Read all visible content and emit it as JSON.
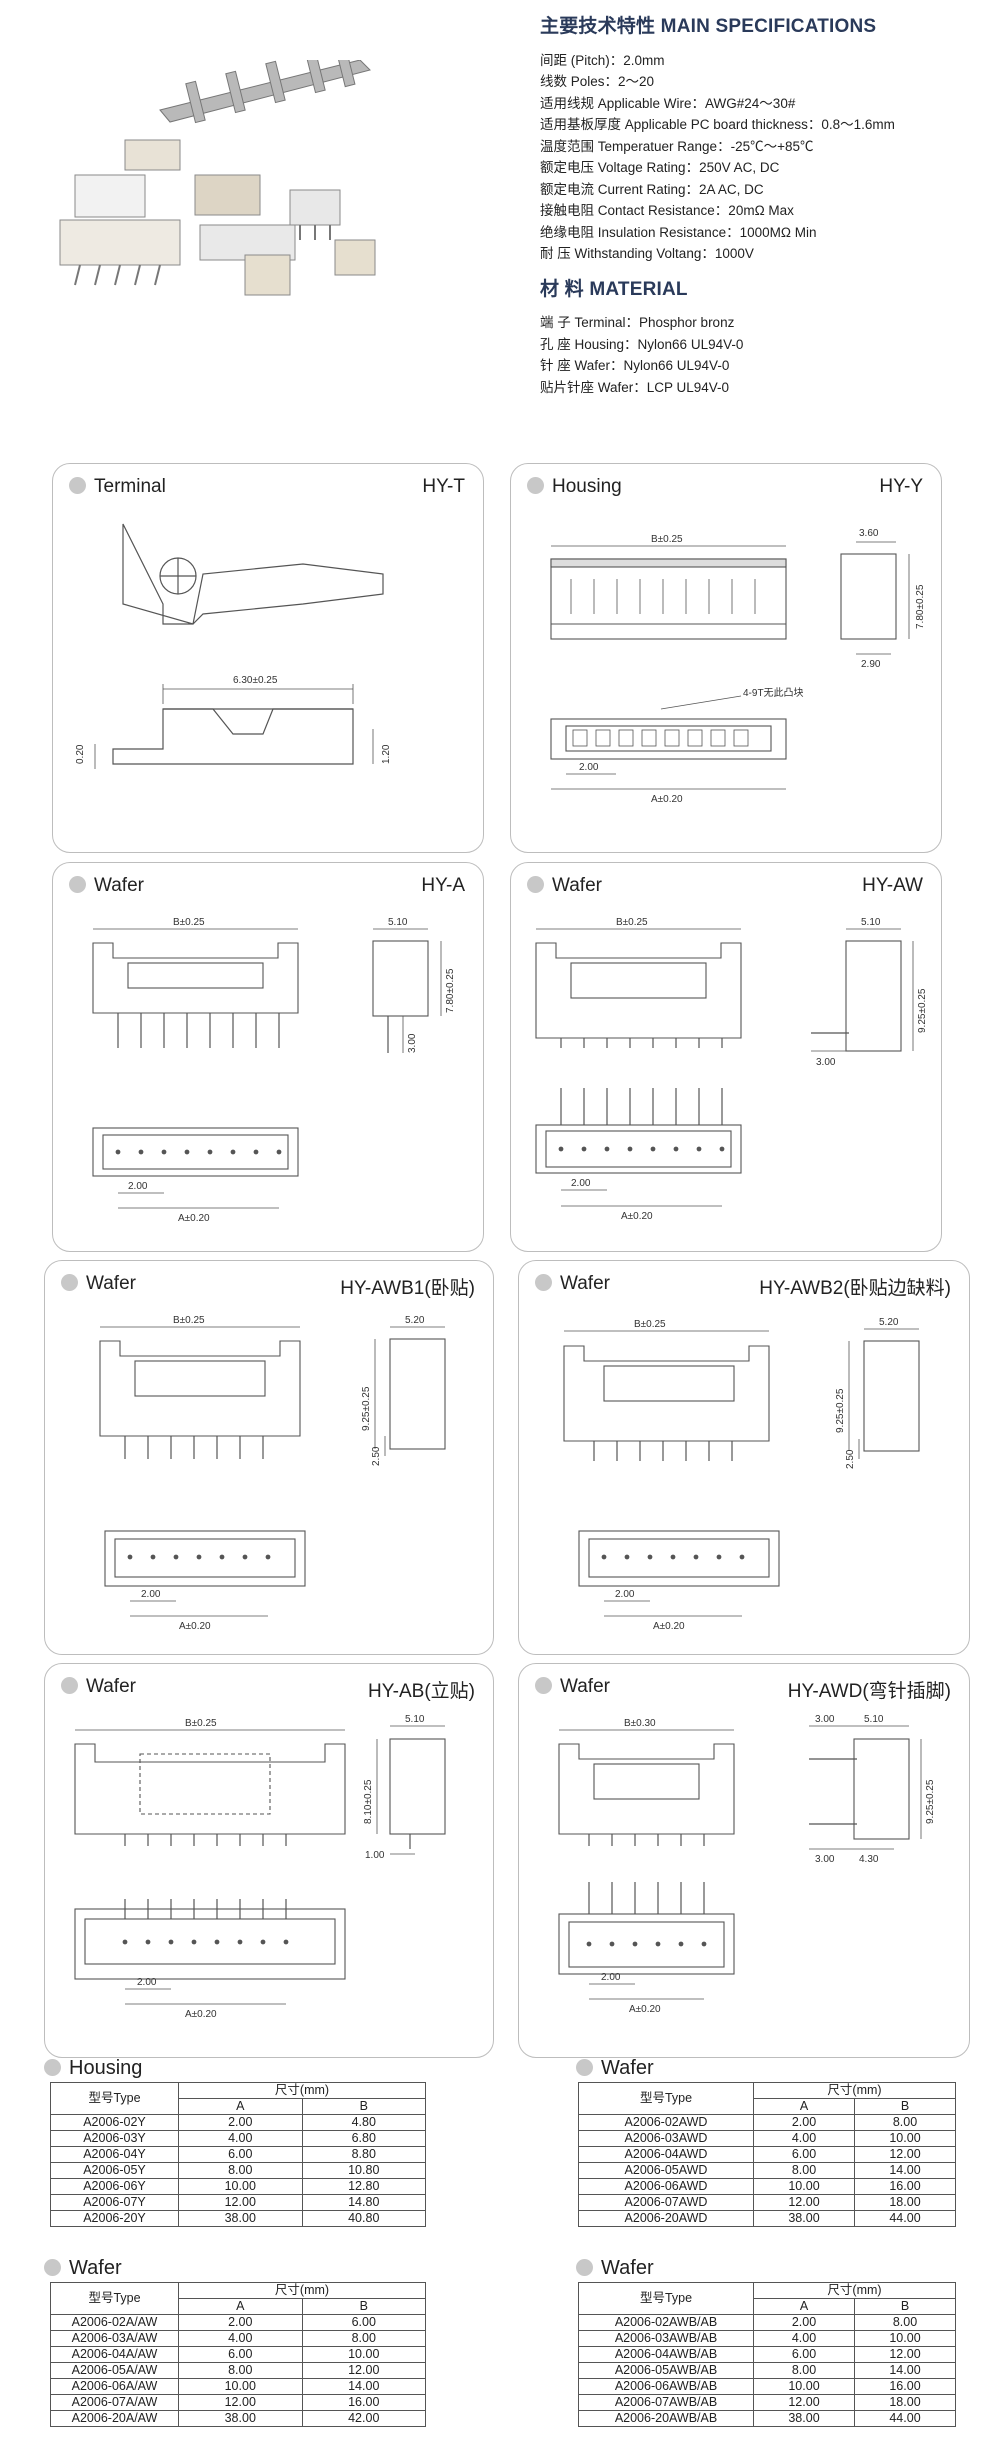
{
  "spec": {
    "title": "主要技术特性  MAIN SPECIFICATIONS",
    "rows": [
      "间距 (Pitch)：2.0mm",
      "线数 Poles：2～20",
      "适用线规 Applicable Wire：AWG#24～30#",
      "适用基板厚度 Applicable PC board thickness：0.8～1.6mm",
      "温度范围 Temperatuer Range：-25℃～+85℃",
      "额定电压 Voltage Rating：250V AC, DC",
      "额定电流 Current Rating：2A AC, DC",
      "接触电阻 Contact Resistance：20mΩ  Max",
      "绝缘电阻 Insulation Resistance：1000MΩ  Min",
      "耐    压 Withstanding Voltang：1000V"
    ],
    "material_title": "材    料  MATERIAL",
    "material_rows": [
      "端    子 Terminal：Phosphor bronz",
      "孔    座 Housing：Nylon66  UL94V-0",
      "针    座 Wafer：Nylon66  UL94V-0",
      "贴片针座 Wafer：LCP  UL94V-0"
    ]
  },
  "cards": [
    {
      "label": "Terminal",
      "code": "HY-T",
      "dims": [
        "6.30±0.25",
        "0.20",
        "1.20"
      ]
    },
    {
      "label": "Housing",
      "code": "HY-Y",
      "dims": [
        "B±0.25",
        "3.60",
        "7.80±0.25",
        "2.90",
        "4-9T无此凸块",
        "2.00",
        "A±0.20"
      ]
    },
    {
      "label": "Wafer",
      "code": "HY-A",
      "dims": [
        "B±0.25",
        "5.10",
        "7.80±0.25",
        "3.00",
        "2.00",
        "A±0.20"
      ]
    },
    {
      "label": "Wafer",
      "code": "HY-AW",
      "dims": [
        "B±0.25",
        "5.10",
        "9.25±0.25",
        "3.00",
        "2.00",
        "A±0.20"
      ]
    },
    {
      "label": "Wafer",
      "code": "HY-AWB1(卧贴)",
      "dims": [
        "B±0.25",
        "5.20",
        "9.25±0.25",
        "2.50",
        "2.00",
        "A±0.20"
      ]
    },
    {
      "label": "Wafer",
      "code": "HY-AWB2(卧贴边缺料)",
      "dims": [
        "B±0.25",
        "5.20",
        "9.25±0.25",
        "2.50",
        "2.00",
        "A±0.20"
      ]
    },
    {
      "label": "Wafer",
      "code": "HY-AB(立贴)",
      "dims": [
        "B±0.25",
        "5.10",
        "8.10±0.25",
        "1.00",
        "2.00",
        "A±0.20"
      ]
    },
    {
      "label": "Wafer",
      "code": "HY-AWD(弯针插脚)",
      "dims": [
        "B±0.30",
        "3.00",
        "5.10",
        "9.25±0.25",
        "3.00",
        "4.30",
        "2.00",
        "A±0.20"
      ]
    }
  ],
  "tables": [
    {
      "title": "Housing",
      "h_type": "型号Type",
      "h_dim": "尺寸(mm)",
      "h_a": "A",
      "h_b": "B",
      "rows": [
        [
          "A2006-02Y",
          "2.00",
          "4.80"
        ],
        [
          "A2006-03Y",
          "4.00",
          "6.80"
        ],
        [
          "A2006-04Y",
          "6.00",
          "8.80"
        ],
        [
          "A2006-05Y",
          "8.00",
          "10.80"
        ],
        [
          "A2006-06Y",
          "10.00",
          "12.80"
        ],
        [
          "A2006-07Y",
          "12.00",
          "14.80"
        ],
        [
          "A2006-20Y",
          "38.00",
          "40.80"
        ]
      ]
    },
    {
      "title": "Wafer",
      "h_type": "型号Type",
      "h_dim": "尺寸(mm)",
      "h_a": "A",
      "h_b": "B",
      "rows": [
        [
          "A2006-02AWD",
          "2.00",
          "8.00"
        ],
        [
          "A2006-03AWD",
          "4.00",
          "10.00"
        ],
        [
          "A2006-04AWD",
          "6.00",
          "12.00"
        ],
        [
          "A2006-05AWD",
          "8.00",
          "14.00"
        ],
        [
          "A2006-06AWD",
          "10.00",
          "16.00"
        ],
        [
          "A2006-07AWD",
          "12.00",
          "18.00"
        ],
        [
          "A2006-20AWD",
          "38.00",
          "44.00"
        ]
      ]
    },
    {
      "title": "Wafer",
      "h_type": "型号Type",
      "h_dim": "尺寸(mm)",
      "h_a": "A",
      "h_b": "B",
      "rows": [
        [
          "A2006-02A/AW",
          "2.00",
          "6.00"
        ],
        [
          "A2006-03A/AW",
          "4.00",
          "8.00"
        ],
        [
          "A2006-04A/AW",
          "6.00",
          "10.00"
        ],
        [
          "A2006-05A/AW",
          "8.00",
          "12.00"
        ],
        [
          "A2006-06A/AW",
          "10.00",
          "14.00"
        ],
        [
          "A2006-07A/AW",
          "12.00",
          "16.00"
        ],
        [
          "A2006-20A/AW",
          "38.00",
          "42.00"
        ]
      ]
    },
    {
      "title": "Wafer",
      "h_type": "型号Type",
      "h_dim": "尺寸(mm)",
      "h_a": "A",
      "h_b": "B",
      "rows": [
        [
          "A2006-02AWB/AB",
          "2.00",
          "8.00"
        ],
        [
          "A2006-03AWB/AB",
          "4.00",
          "10.00"
        ],
        [
          "A2006-04AWB/AB",
          "6.00",
          "12.00"
        ],
        [
          "A2006-05AWB/AB",
          "8.00",
          "14.00"
        ],
        [
          "A2006-06AWB/AB",
          "10.00",
          "16.00"
        ],
        [
          "A2006-07AWB/AB",
          "12.00",
          "18.00"
        ],
        [
          "A2006-20AWB/AB",
          "38.00",
          "44.00"
        ]
      ]
    }
  ]
}
